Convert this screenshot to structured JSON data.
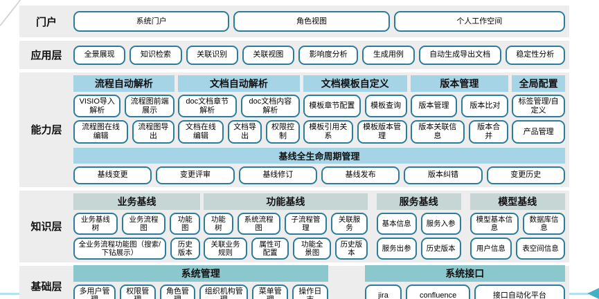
{
  "colors": {
    "band_bg": "#ededed",
    "node_border": "#2b7c9b",
    "capability_header_bg": "#a6d4e7",
    "knowledge_header_bg": "#c5d6d5",
    "foundation_header_bg": "#8bc8ce",
    "bottom_line": "#b5e0f2",
    "bottom_arrow": "#41b1c5"
  },
  "layers": {
    "portal": {
      "label": "门户",
      "buttons": [
        "系统门户",
        "角色视图",
        "个人工作空间"
      ]
    },
    "application": {
      "label": "应用层",
      "buttons": [
        "全景展现",
        "知识检索",
        "关联识别",
        "关联视图",
        "影响度分析",
        "生成用例",
        "自动生成导出文档",
        "稳定性分析"
      ]
    },
    "capability": {
      "label": "能力层",
      "groups": [
        {
          "title": "流程自动解析",
          "rows": [
            [
              "VISIO导入解析",
              "流程图前端展示"
            ],
            [
              "流程图在线编辑",
              "流程图导出"
            ]
          ]
        },
        {
          "title": "文档自动解析",
          "rows": [
            [
              "doc文档章节解析",
              "doc文档内容解析"
            ],
            [
              "文档在线编辑",
              "文档导出",
              "权限控制"
            ]
          ]
        },
        {
          "title": "文档模板自定义",
          "rows": [
            [
              "模板章节配置",
              "模板查询"
            ],
            [
              "模板引用关系",
              "模板版本管理"
            ]
          ]
        },
        {
          "title": "版本管理",
          "rows": [
            [
              "版本管理",
              "版本比对"
            ],
            [
              "版本关联信息",
              "版本合并"
            ]
          ]
        },
        {
          "title": "全局配置",
          "rows": [
            [
              "标签管理/自定义"
            ],
            [
              "产品管理"
            ]
          ]
        }
      ],
      "baseline": {
        "title": "基线全生命周期管理",
        "buttons": [
          "基线变更",
          "变更评审",
          "基线修订",
          "基线发布",
          "版本纠错",
          "变更历史"
        ]
      }
    },
    "knowledge": {
      "label": "知识层",
      "groups": [
        {
          "title": "业务基线",
          "rows": [
            [
              "业务基线树",
              "业务流程图",
              "功能图"
            ],
            [
              "全业务流程功能图（搜索/下钻展示）",
              "历史版本"
            ]
          ]
        },
        {
          "title": "功能基线",
          "rows": [
            [
              "功能树",
              "系统流程图",
              "子流程管理",
              "关联服务"
            ],
            [
              "关联业务规则",
              "属性可配置",
              "功能全景图",
              "历史版本"
            ]
          ]
        },
        {
          "title": "服务基线",
          "rows": [
            [
              "基本信息",
              "服务入参"
            ],
            [
              "服务出参",
              "历史版本"
            ]
          ]
        },
        {
          "title": "模型基线",
          "rows": [
            [
              "模型基本信息",
              "数据库信息"
            ],
            [
              "用户信息",
              "表空间信息"
            ]
          ]
        }
      ]
    },
    "foundation": {
      "label": "基础层",
      "groups": [
        {
          "title": "系统管理",
          "buttons": [
            "多用户管理",
            "权限管理",
            "角色管理",
            "组织机构管理",
            "菜单管理",
            "操作日志"
          ]
        },
        {
          "title": "系统接口",
          "buttons": [
            "jira",
            "confluence",
            "接口自动化平台"
          ]
        }
      ]
    }
  }
}
